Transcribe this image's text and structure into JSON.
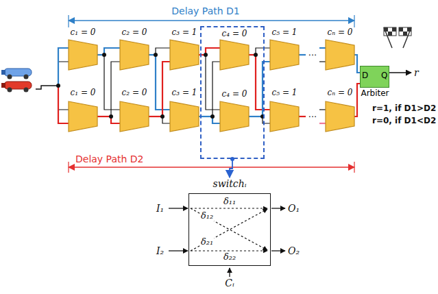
{
  "diagram": {
    "nodes": [
      {
        "text": [
          "c₄ = 0",
          "c₄ = 0"
        ]
      },
      {
        "text": [
          "D",
          "Q",
          "Arbiter"
        ]
      },
      {
        "text": [
          "switchᵢ",
          "δ₁₁",
          "δ₁₂",
          "δ₂₁",
          "δ₂₂"
        ]
      }
    ],
    "edges": [
      {
        "from": 0,
        "to": 2,
        "arrow": "to"
      }
    ],
    "labels": [
      "Delay Path D1",
      "c₁ = 0",
      "c₂ = 0",
      "c₃ = 1",
      "c₅ = 1",
      "cₙ = 0",
      "c₁ = 0",
      "c₂ = 0",
      "c₃ = 1",
      "c₅ = 1",
      "cₙ = 0",
      "...",
      "...",
      "r",
      "r=1, if D1>D2",
      "r=0, if D1<D2",
      "Delay Path D2",
      "I₁",
      "I₂",
      "O₁",
      "O₂",
      "Cᵢ"
    ]
  }
}
